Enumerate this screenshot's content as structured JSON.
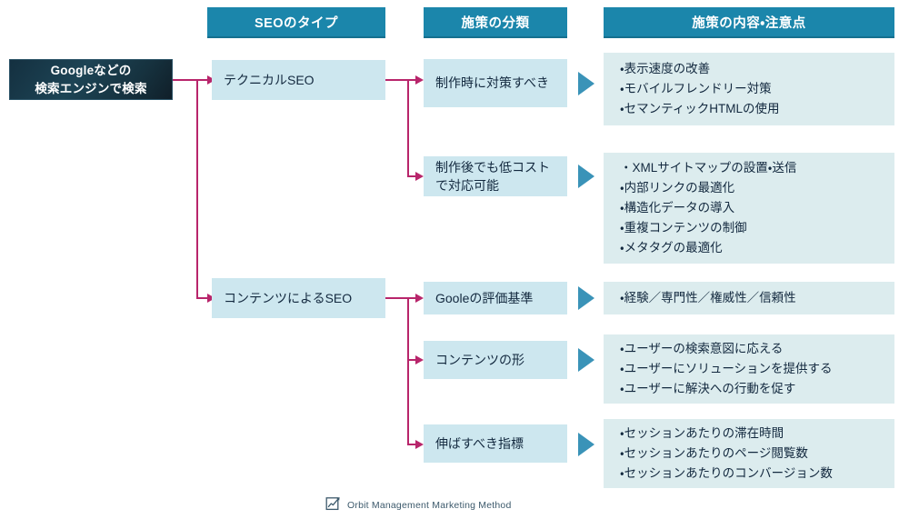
{
  "diagram": {
    "headers": [
      {
        "label": "SEOのタイプ"
      },
      {
        "label": "施策の分類"
      },
      {
        "label": "施策の内容・注意点"
      }
    ],
    "source": {
      "line1": "Googleなどの",
      "line2": "検索エンジンで検索"
    },
    "types": [
      {
        "label": "テクニカルSEO"
      },
      {
        "label": "コンテンツによるSEO"
      }
    ],
    "categories": [
      {
        "label": "制作時に対策すべき"
      },
      {
        "label": "制作後でも低コストで対応可能"
      },
      {
        "label": "Gooleの評価基準"
      },
      {
        "label": "コンテンツの形"
      },
      {
        "label": "伸ばすべき指標"
      }
    ],
    "details": [
      {
        "bullets": [
          "・表示速度の改善",
          "・モバイルフレンドリー対策",
          "・セマンティックHTMLの使用"
        ]
      },
      {
        "bullets": [
          "・XMLサイトマップの設置・送信",
          "・内部リンクの最適化",
          "・構造化データの導入",
          "・重複コンテンツの制御",
          "・メタタグの最適化"
        ]
      },
      {
        "bullets": [
          "・経験／専門性／権威性／信頼性"
        ]
      },
      {
        "bullets": [
          "・ユーザーの検索意図に応える",
          "・ユーザーにソリューションを提供する",
          "・ユーザーに解決への行動を促す"
        ]
      },
      {
        "bullets": [
          "・セッションあたりの滞在時間",
          "・セッションあたりのページ閲覧数",
          "・セッションあたりのコンバージョン数"
        ]
      }
    ],
    "footer": {
      "brand": "Orbit Management Marketing Method",
      "icon": "chart-box-icon"
    },
    "colors": {
      "header_bg": "#1b86ab",
      "pale_box_bg": "#cde7ef",
      "detail_bg": "#dcecee",
      "connector": "#b8256b",
      "triangle": "#3a93b8",
      "source_dark": "#163540",
      "text_dark": "#13293f"
    }
  }
}
